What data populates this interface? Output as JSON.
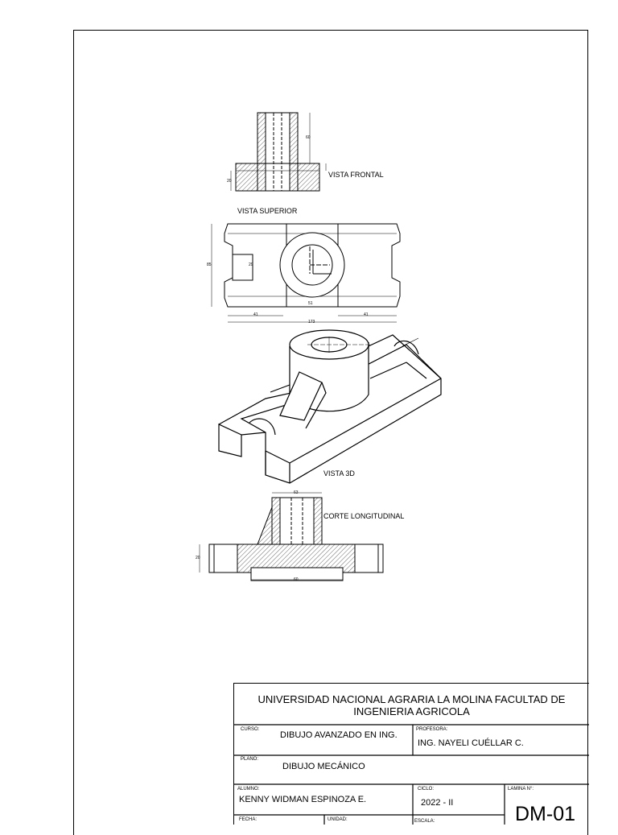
{
  "views": {
    "front": "VISTA FRONTAL",
    "top": "VISTA SUPERIOR",
    "iso": "VISTA 3D",
    "section": "CORTE LONGITUDINAL"
  },
  "dimensions": {
    "front_h": "60",
    "front_base": "20",
    "top_h": "85",
    "top_slot": "29",
    "top_left": "41",
    "top_mid": "51",
    "top_right": "41",
    "top_total": "173",
    "sec_top": "63",
    "sec_left": "20",
    "sec_base": "60"
  },
  "title_block": {
    "university": "UNIVERSIDAD NACIONAL AGRARIA LA MOLINA FACULTAD DE INGENIERIA AGRICOLA",
    "curso_label": "CURSO:",
    "curso": "DIBUJO AVANZADO EN ING.",
    "profesora_label": "PROFESORA:",
    "profesora": "ING. NAYELI CUÉLLAR C.",
    "plano_label": "PLANO:",
    "plano": "DIBUJO MECÁNICO",
    "alumno_label": "ALUMNO:",
    "alumno": "KENNY WIDMAN ESPINOZA  E.",
    "ciclo_label": "CICLO:",
    "ciclo": "2022 - II",
    "lamina_label": "LAMINA N°:",
    "lamina": "DM-01",
    "fecha_label": "FECHA:",
    "unidad_label": "UNIDAD:",
    "escala_label": "ESCALA:"
  }
}
